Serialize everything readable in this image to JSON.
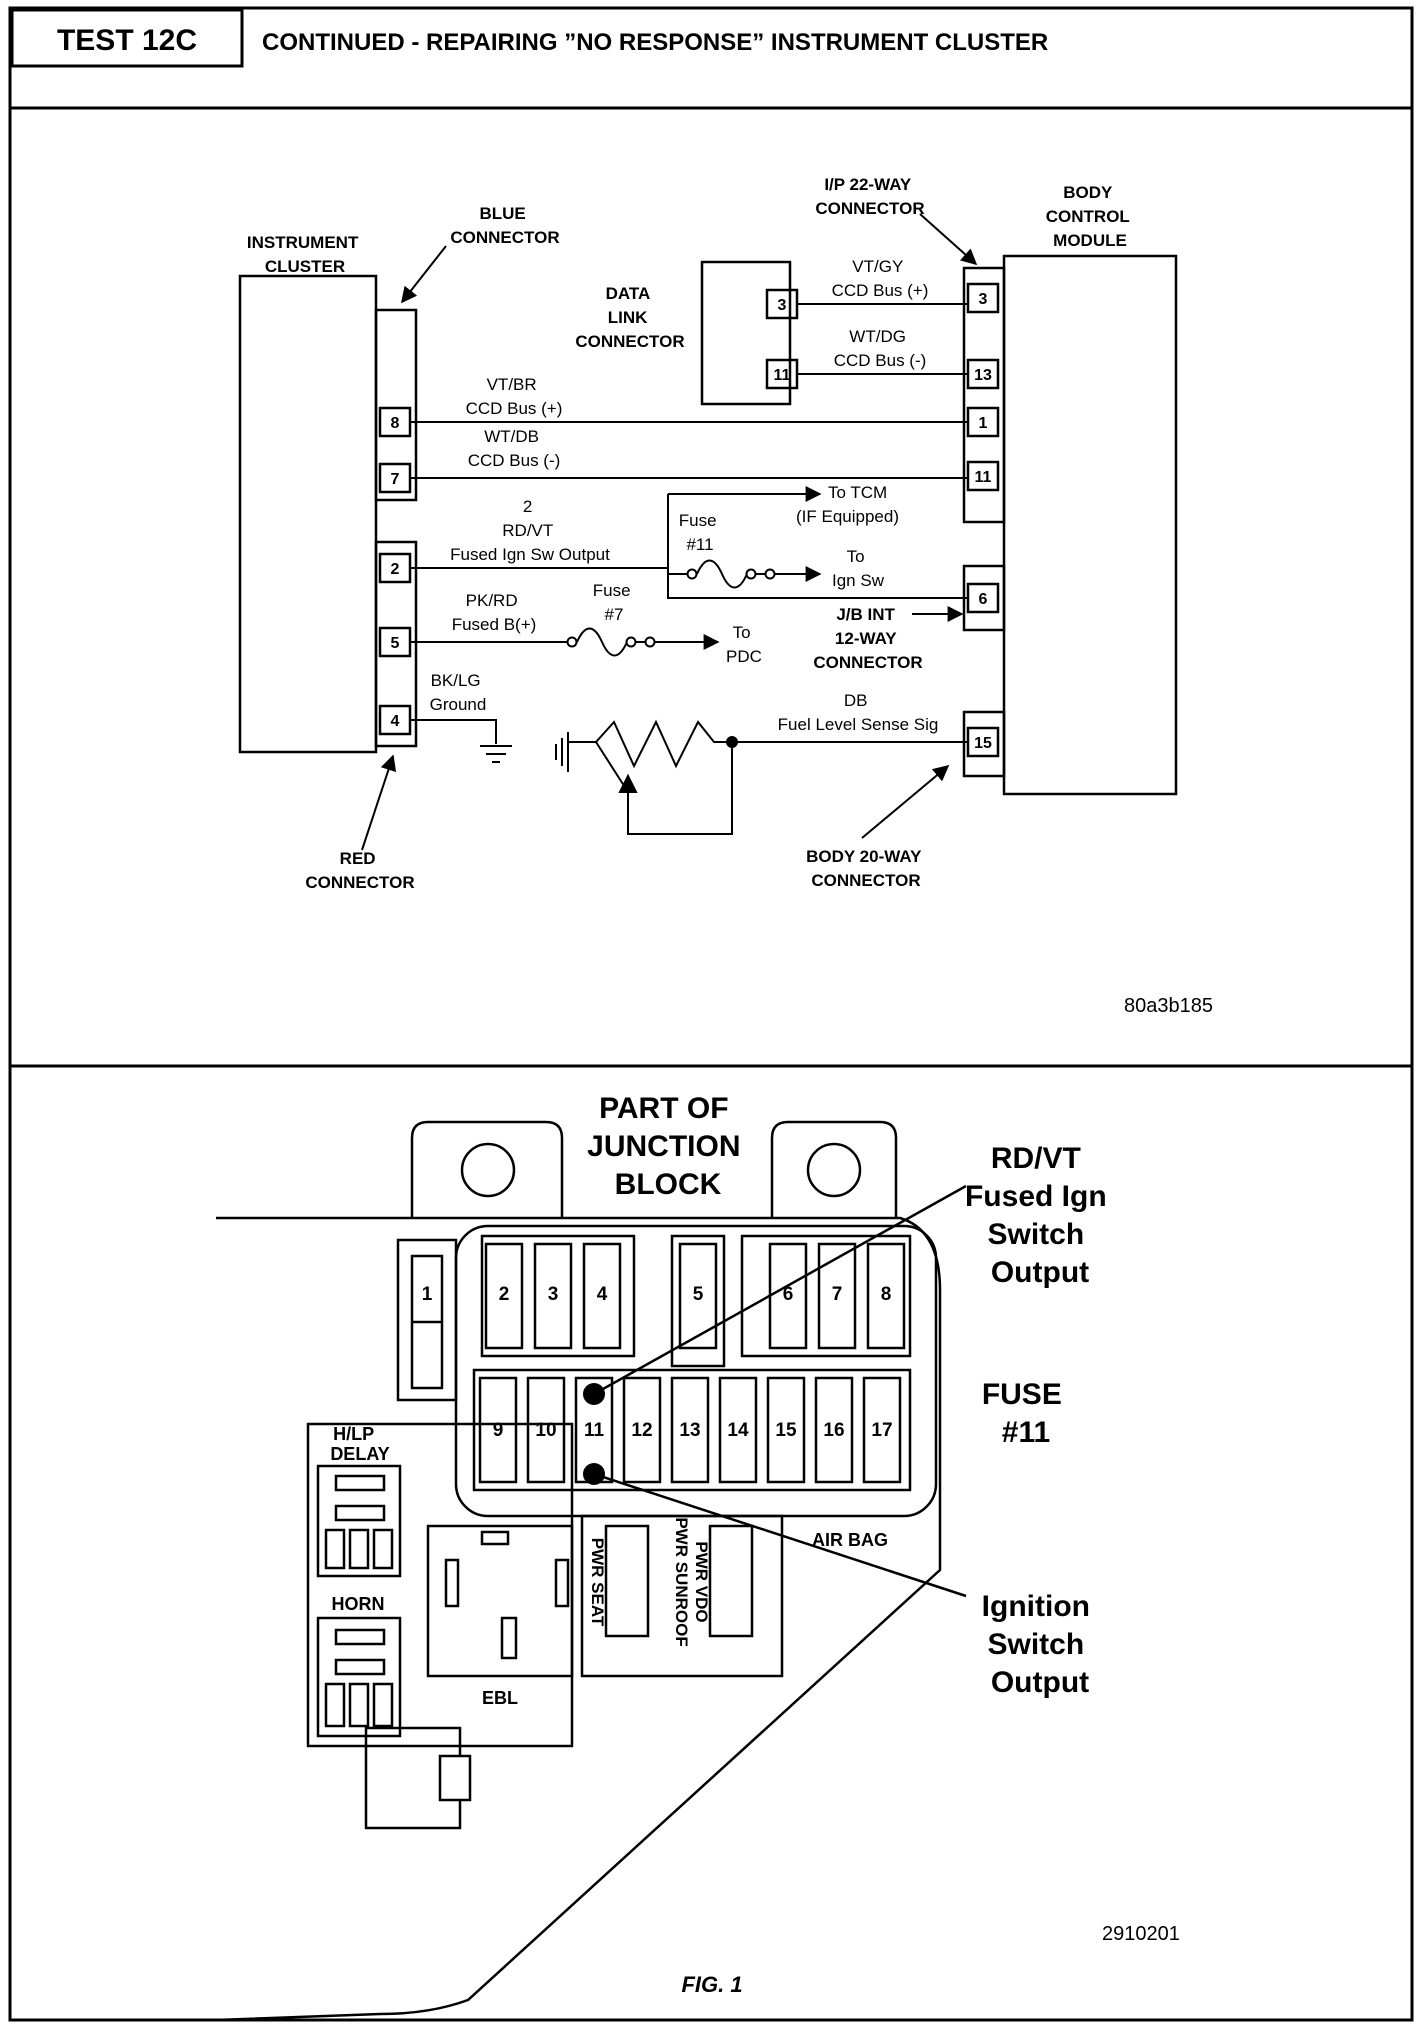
{
  "header": {
    "test_id": "TEST 12C",
    "title": "CONTINUED - REPAIRING ”NO RESPONSE” INSTRUMENT CLUSTER"
  },
  "wiring": {
    "instrument_cluster": [
      "INSTRUMENT",
      "CLUSTER"
    ],
    "blue_connector": [
      "BLUE",
      "CONNECTOR"
    ],
    "red_connector": [
      "RED",
      "CONNECTOR"
    ],
    "data_link_connector": [
      "DATA",
      "LINK",
      "CONNECTOR"
    ],
    "ip_connector": [
      "I/P 22-WAY",
      "CONNECTOR"
    ],
    "bcm": [
      "BODY",
      "CONTROL",
      "MODULE"
    ],
    "jb_connector": [
      "J/B INT",
      "12-WAY",
      "CONNECTOR"
    ],
    "body_connector": [
      "BODY 20-WAY",
      "CONNECTOR"
    ],
    "pins": {
      "cluster": [
        "8",
        "7",
        "2",
        "5",
        "4"
      ],
      "dlc": [
        "3",
        "11"
      ],
      "bcm": [
        "3",
        "13",
        "1",
        "11",
        "6",
        "15"
      ]
    },
    "wires": {
      "vtgy": [
        "VT/GY",
        "CCD Bus (+)"
      ],
      "wtdg": [
        "WT/DG",
        "CCD Bus (-)"
      ],
      "vtbr": [
        "VT/BR",
        "CCD Bus (+)"
      ],
      "wtdb": [
        "WT/DB",
        "CCD Bus (-)"
      ],
      "rdvt": [
        "2",
        "RD/VT",
        "Fused Ign Sw Output"
      ],
      "pkrd": [
        "PK/RD",
        "Fused B(+)"
      ],
      "bklg": [
        "BK/LG",
        "Ground"
      ],
      "db": [
        "DB",
        "Fuel Level Sense Sig"
      ]
    },
    "fuse11": [
      "Fuse",
      "#11"
    ],
    "fuse7": [
      "Fuse",
      "#7"
    ],
    "to_tcm": [
      "To TCM",
      "(IF Equipped)"
    ],
    "to_ign": [
      "To",
      "Ign Sw"
    ],
    "to_pdc": [
      "To",
      "PDC"
    ],
    "code": "80a3b185"
  },
  "junction": {
    "title": [
      "PART OF",
      "JUNCTION",
      "BLOCK"
    ],
    "rdvt_callout": [
      "RD/VT",
      "Fused Ign",
      "Switch",
      "Output"
    ],
    "fuse_callout": [
      "FUSE",
      "#11"
    ],
    "ign_callout": [
      "Ignition",
      "Switch",
      "Output"
    ],
    "fuses_top": [
      "1",
      "2",
      "3",
      "4",
      "5",
      "6",
      "7",
      "8"
    ],
    "fuses_bottom": [
      "9",
      "10",
      "11",
      "12",
      "13",
      "14",
      "15",
      "16",
      "17"
    ],
    "hlp_delay": [
      "H/LP",
      "DELAY"
    ],
    "horn": "HORN",
    "ebl": "EBL",
    "air_bag": "AIR BAG",
    "pwr_seat": "PWR SEAT",
    "pwr_sunroof": "PWR SUNROOF",
    "pwr_vdo": "PWR VDO",
    "code": "2910201"
  },
  "caption": "FIG. 1"
}
